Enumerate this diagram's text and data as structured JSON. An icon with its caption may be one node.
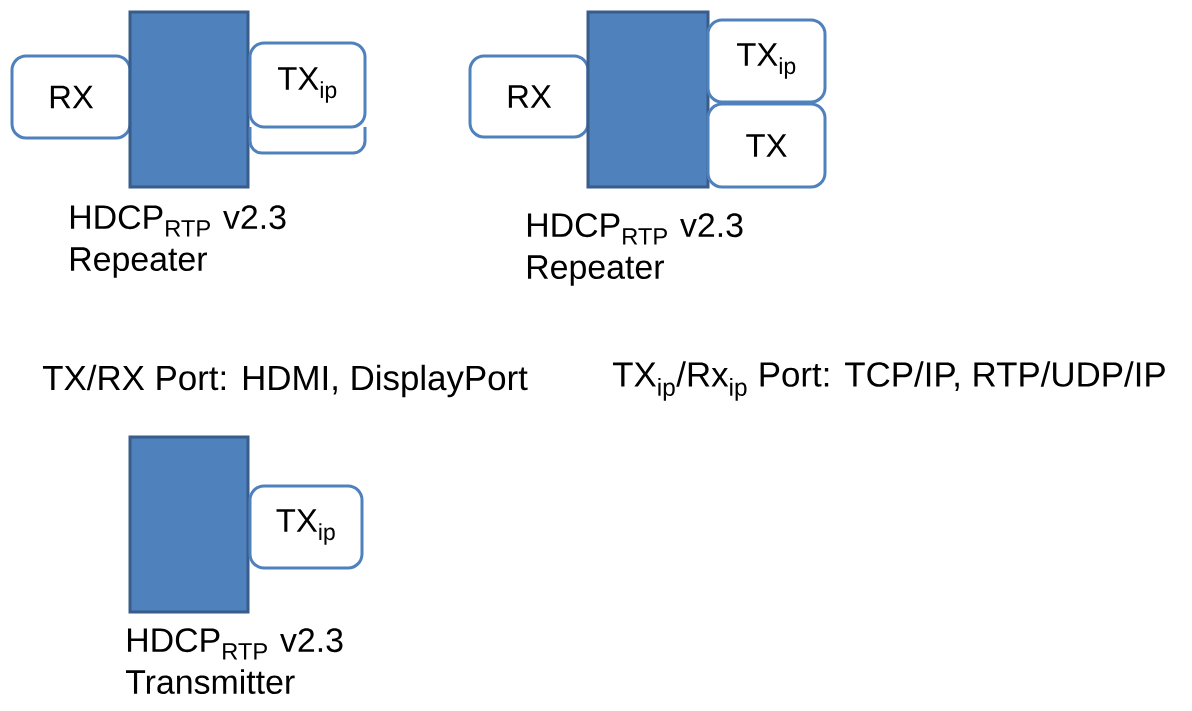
{
  "diagram": {
    "nodes": [
      {
        "text": [
          "RX"
        ]
      },
      {
        "text": [],
        "shape": "box",
        "beside": [
          "HDCP$_{RTP}$ v2.3 Repeater"
        ]
      },
      {
        "text": [
          "TX$_{ip}$"
        ]
      },
      {
        "text": [],
        "shape": "box"
      },
      {
        "text": [
          "RX"
        ]
      },
      {
        "text": [],
        "shape": "box",
        "beside": [
          "HDCP$_{RTP}$ v2.3 Repeater"
        ]
      },
      {
        "text": [
          "TX$_{ip}$"
        ]
      },
      {
        "text": [
          "TX"
        ]
      },
      {
        "text": [],
        "shape": "box",
        "beside": [
          "HDCP$_{RTP}$ v2.3 Transmitter"
        ]
      },
      {
        "text": [
          "TX$_{ip}$"
        ]
      }
    ],
    "labels": [
      "TX/RX Port: HDMI, DisplayPort",
      "TX$_{ip}$/Rx$_{ip}$ Port: TCP/IP, RTP/UDP/IP"
    ]
  }
}
